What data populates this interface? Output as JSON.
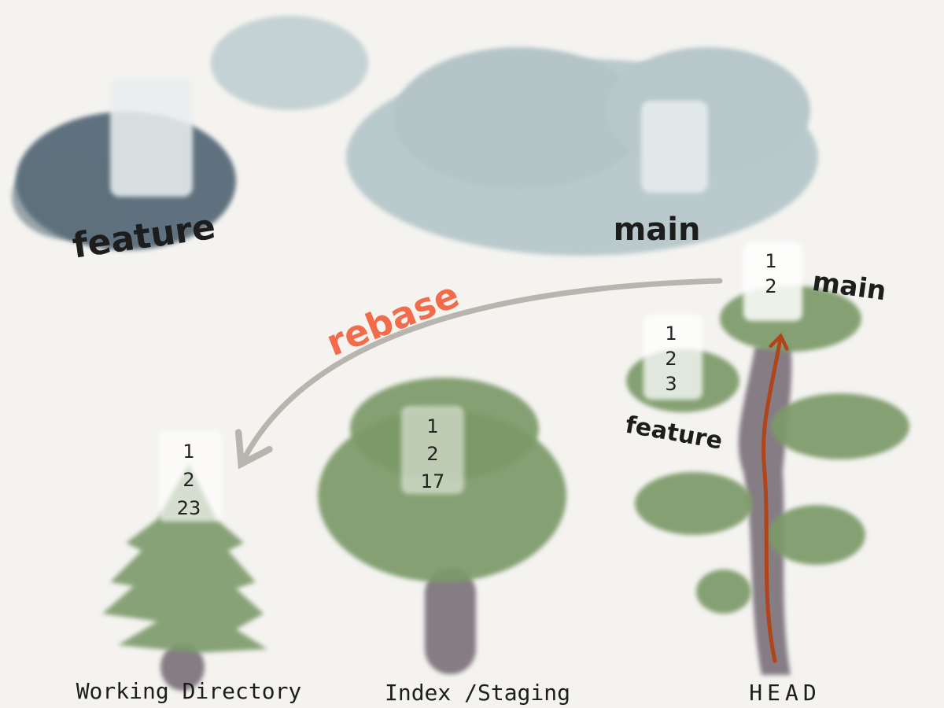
{
  "colors": {
    "background": "#f4f3f0",
    "dark_cloud": "#4f6472",
    "light_cloud": "#b9c9cc",
    "foliage": "#7c9a69",
    "trunk": "#857c84",
    "head_arrow": "#b0441a",
    "rebase_text": "#f26b4b",
    "rebase_arrow": "#b8b5ae",
    "commit_box": "#ffffff"
  },
  "clouds": {
    "feature_label": "feature",
    "main_label": "main"
  },
  "rebase": {
    "label": "rebase"
  },
  "trees": {
    "working_directory": {
      "caption": "Working Directory",
      "commits": [
        "1",
        "2",
        "23"
      ]
    },
    "index": {
      "caption": "Index /Staging",
      "commits": [
        "1",
        "2",
        "17"
      ]
    },
    "head": {
      "caption": "HEAD",
      "main_label": "main",
      "main_commits": [
        "1",
        "2"
      ],
      "feature_label": "feature",
      "feature_commits": [
        "1",
        "2",
        "3"
      ]
    }
  },
  "icons": {
    "arrow": "curved-arrow-icon",
    "cloud": "cloud-icon",
    "tree": "tree-icon"
  }
}
